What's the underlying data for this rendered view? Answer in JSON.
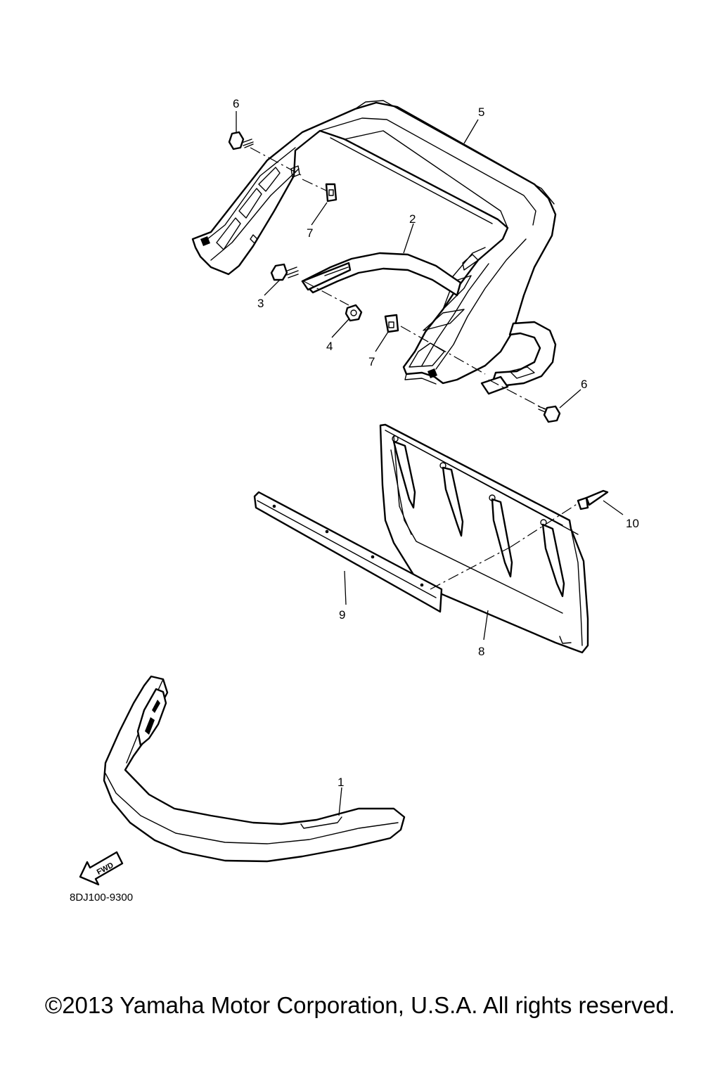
{
  "diagram": {
    "code": "8DJ100-9300",
    "fwd_label": "FWD",
    "callouts": [
      {
        "id": "c1",
        "label": "1"
      },
      {
        "id": "c2",
        "label": "2"
      },
      {
        "id": "c3",
        "label": "3"
      },
      {
        "id": "c4",
        "label": "4"
      },
      {
        "id": "c5",
        "label": "5"
      },
      {
        "id": "c6a",
        "label": "6"
      },
      {
        "id": "c6b",
        "label": "6"
      },
      {
        "id": "c7a",
        "label": "7"
      },
      {
        "id": "c7b",
        "label": "7"
      },
      {
        "id": "c8",
        "label": "8"
      },
      {
        "id": "c9",
        "label": "9"
      },
      {
        "id": "c10",
        "label": "10"
      }
    ]
  },
  "footer": {
    "copyright": "©2013 Yamaha Motor Corporation, U.S.A. All rights reserved."
  }
}
